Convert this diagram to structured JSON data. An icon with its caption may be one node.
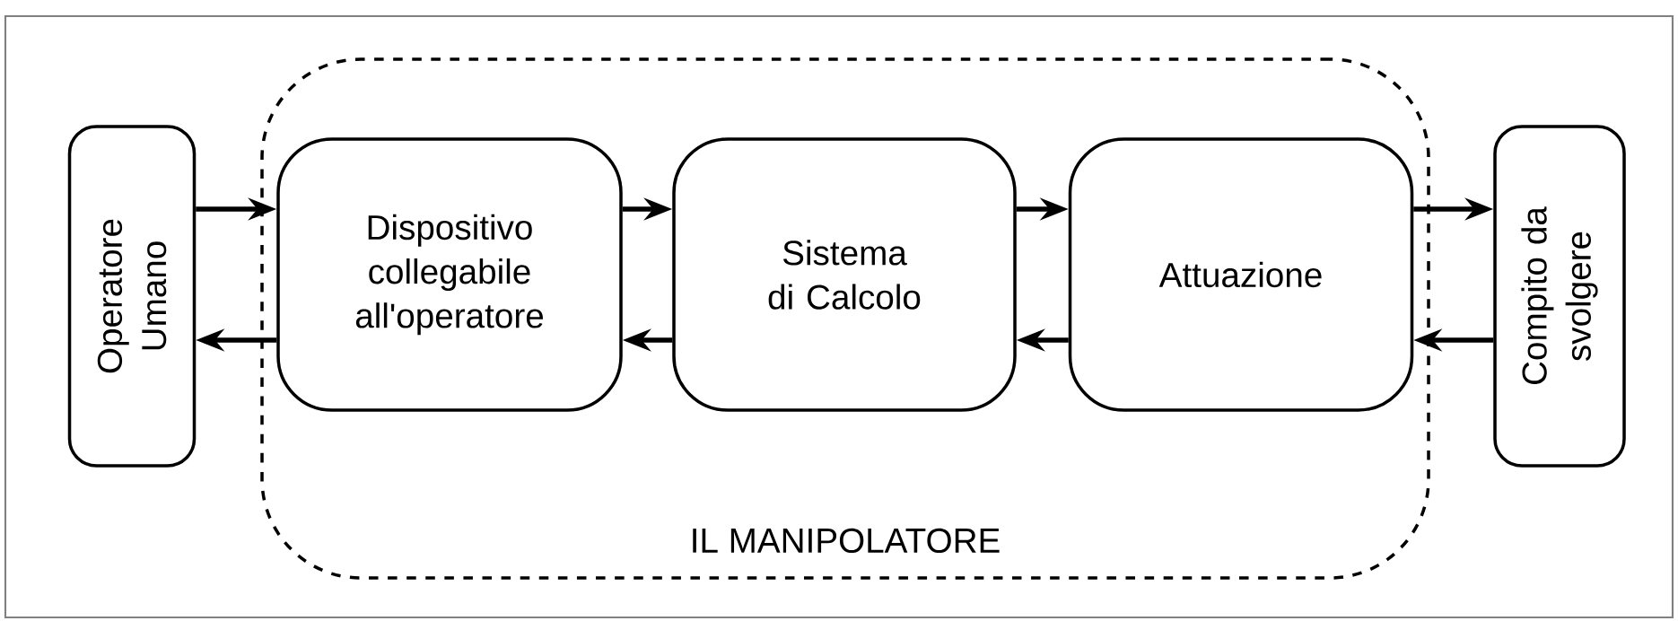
{
  "diagram": {
    "nodes": [
      {
        "text": [
          "Operatore Umano"
        ]
      },
      {
        "text": [
          "IL MANIPOLATORE"
        ]
      },
      {
        "text": [
          "Dispositivo collegabile all'operatore"
        ],
        "in": 1
      },
      {
        "text": [
          "Sistema di Calcolo"
        ],
        "in": 1
      },
      {
        "text": [
          "Attuazione"
        ],
        "in": 1
      },
      {
        "text": [
          "Compito da svolgere"
        ]
      }
    ],
    "edges": [
      {
        "from": 0,
        "to": 2,
        "arrow": "to"
      },
      {
        "from": 2,
        "to": 0,
        "arrow": "to"
      },
      {
        "from": 2,
        "to": 3,
        "arrow": "to"
      },
      {
        "from": 3,
        "to": 2,
        "arrow": "to"
      },
      {
        "from": 3,
        "to": 4,
        "arrow": "to"
      },
      {
        "from": 4,
        "to": 3,
        "arrow": "to"
      },
      {
        "from": 4,
        "to": 5,
        "arrow": "to"
      },
      {
        "from": 5,
        "to": 4,
        "arrow": "to"
      }
    ]
  }
}
